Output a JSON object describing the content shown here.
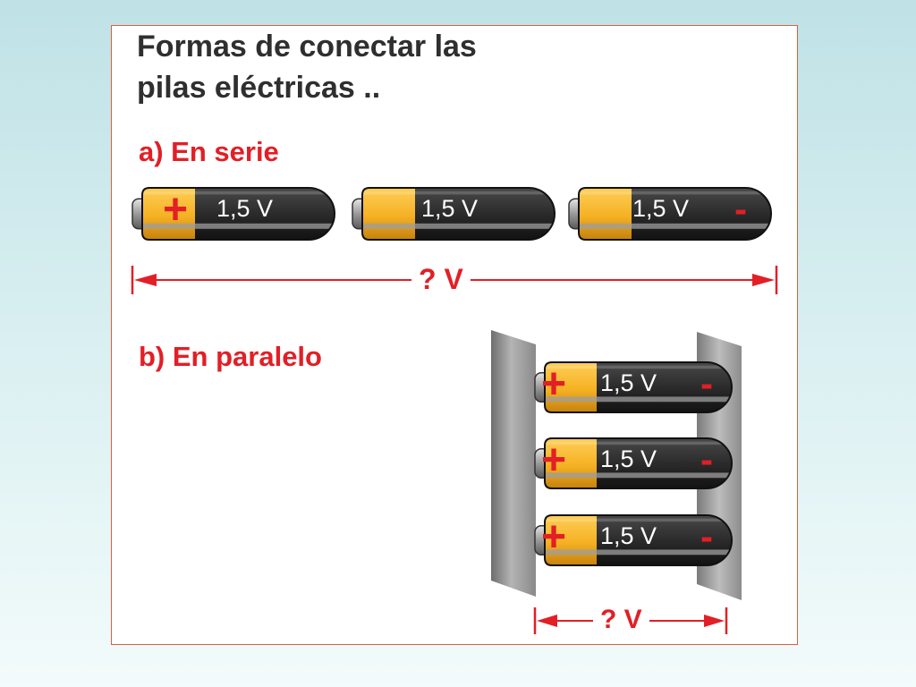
{
  "title": {
    "line1": "Formas de conectar las",
    "line2": "pilas eléctricas .."
  },
  "series": {
    "label": "a) En serie",
    "batteries": [
      {
        "voltage": "1,5 V",
        "positive": "+",
        "negative": ""
      },
      {
        "voltage": "1,5 V",
        "positive": "",
        "negative": ""
      },
      {
        "voltage": "1,5 V",
        "positive": "",
        "negative": "-"
      }
    ],
    "measure": "? V"
  },
  "parallel": {
    "label": "b) En paralelo",
    "batteries": [
      {
        "voltage": "1,5 V",
        "positive": "+",
        "negative": "-"
      },
      {
        "voltage": "1,5 V",
        "positive": "+",
        "negative": "-"
      },
      {
        "voltage": "1,5 V",
        "positive": "+",
        "negative": "-"
      }
    ],
    "measure": "? V"
  },
  "colors": {
    "accent": "#e21f26",
    "battery_body": "#2b2b2b",
    "battery_top": "#f5b123",
    "frame_border": "#d9603e",
    "plate": "#9a9a9a"
  }
}
